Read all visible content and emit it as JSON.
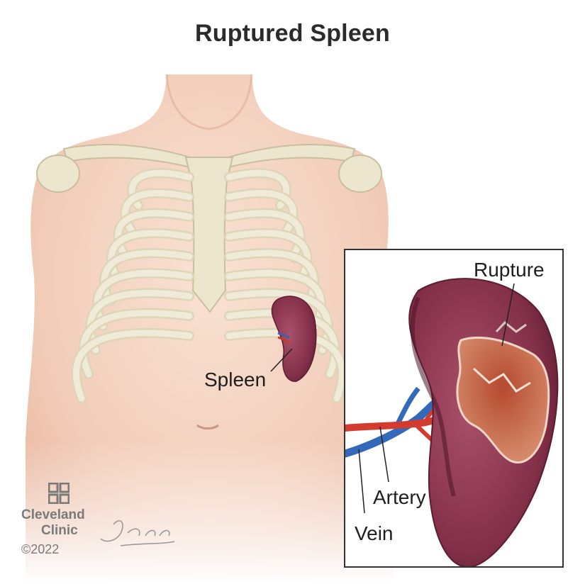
{
  "title": "Ruptured Spleen",
  "labels": {
    "spleen": "Spleen",
    "rupture": "Rupture",
    "artery": "Artery",
    "vein": "Vein"
  },
  "brand": {
    "line1": "Cleveland",
    "line2": "Clinic",
    "copyright": "©2022",
    "signature": "Jkamasz"
  },
  "colors": {
    "skin": "#f4d5c3",
    "skin_shadow": "#e7b8a2",
    "bone": "#ece6cf",
    "bone_edge": "#c9bf9f",
    "spleen": "#8e3a52",
    "spleen_dark": "#5e2033",
    "rupture": "#c96a4a",
    "artery": "#d23b2e",
    "vein": "#3468b8",
    "frame": "#333333",
    "brand_gray": "#7a7a7a"
  },
  "icons": [
    "cleveland-clinic-logo-icon",
    "artist-signature-icon"
  ]
}
